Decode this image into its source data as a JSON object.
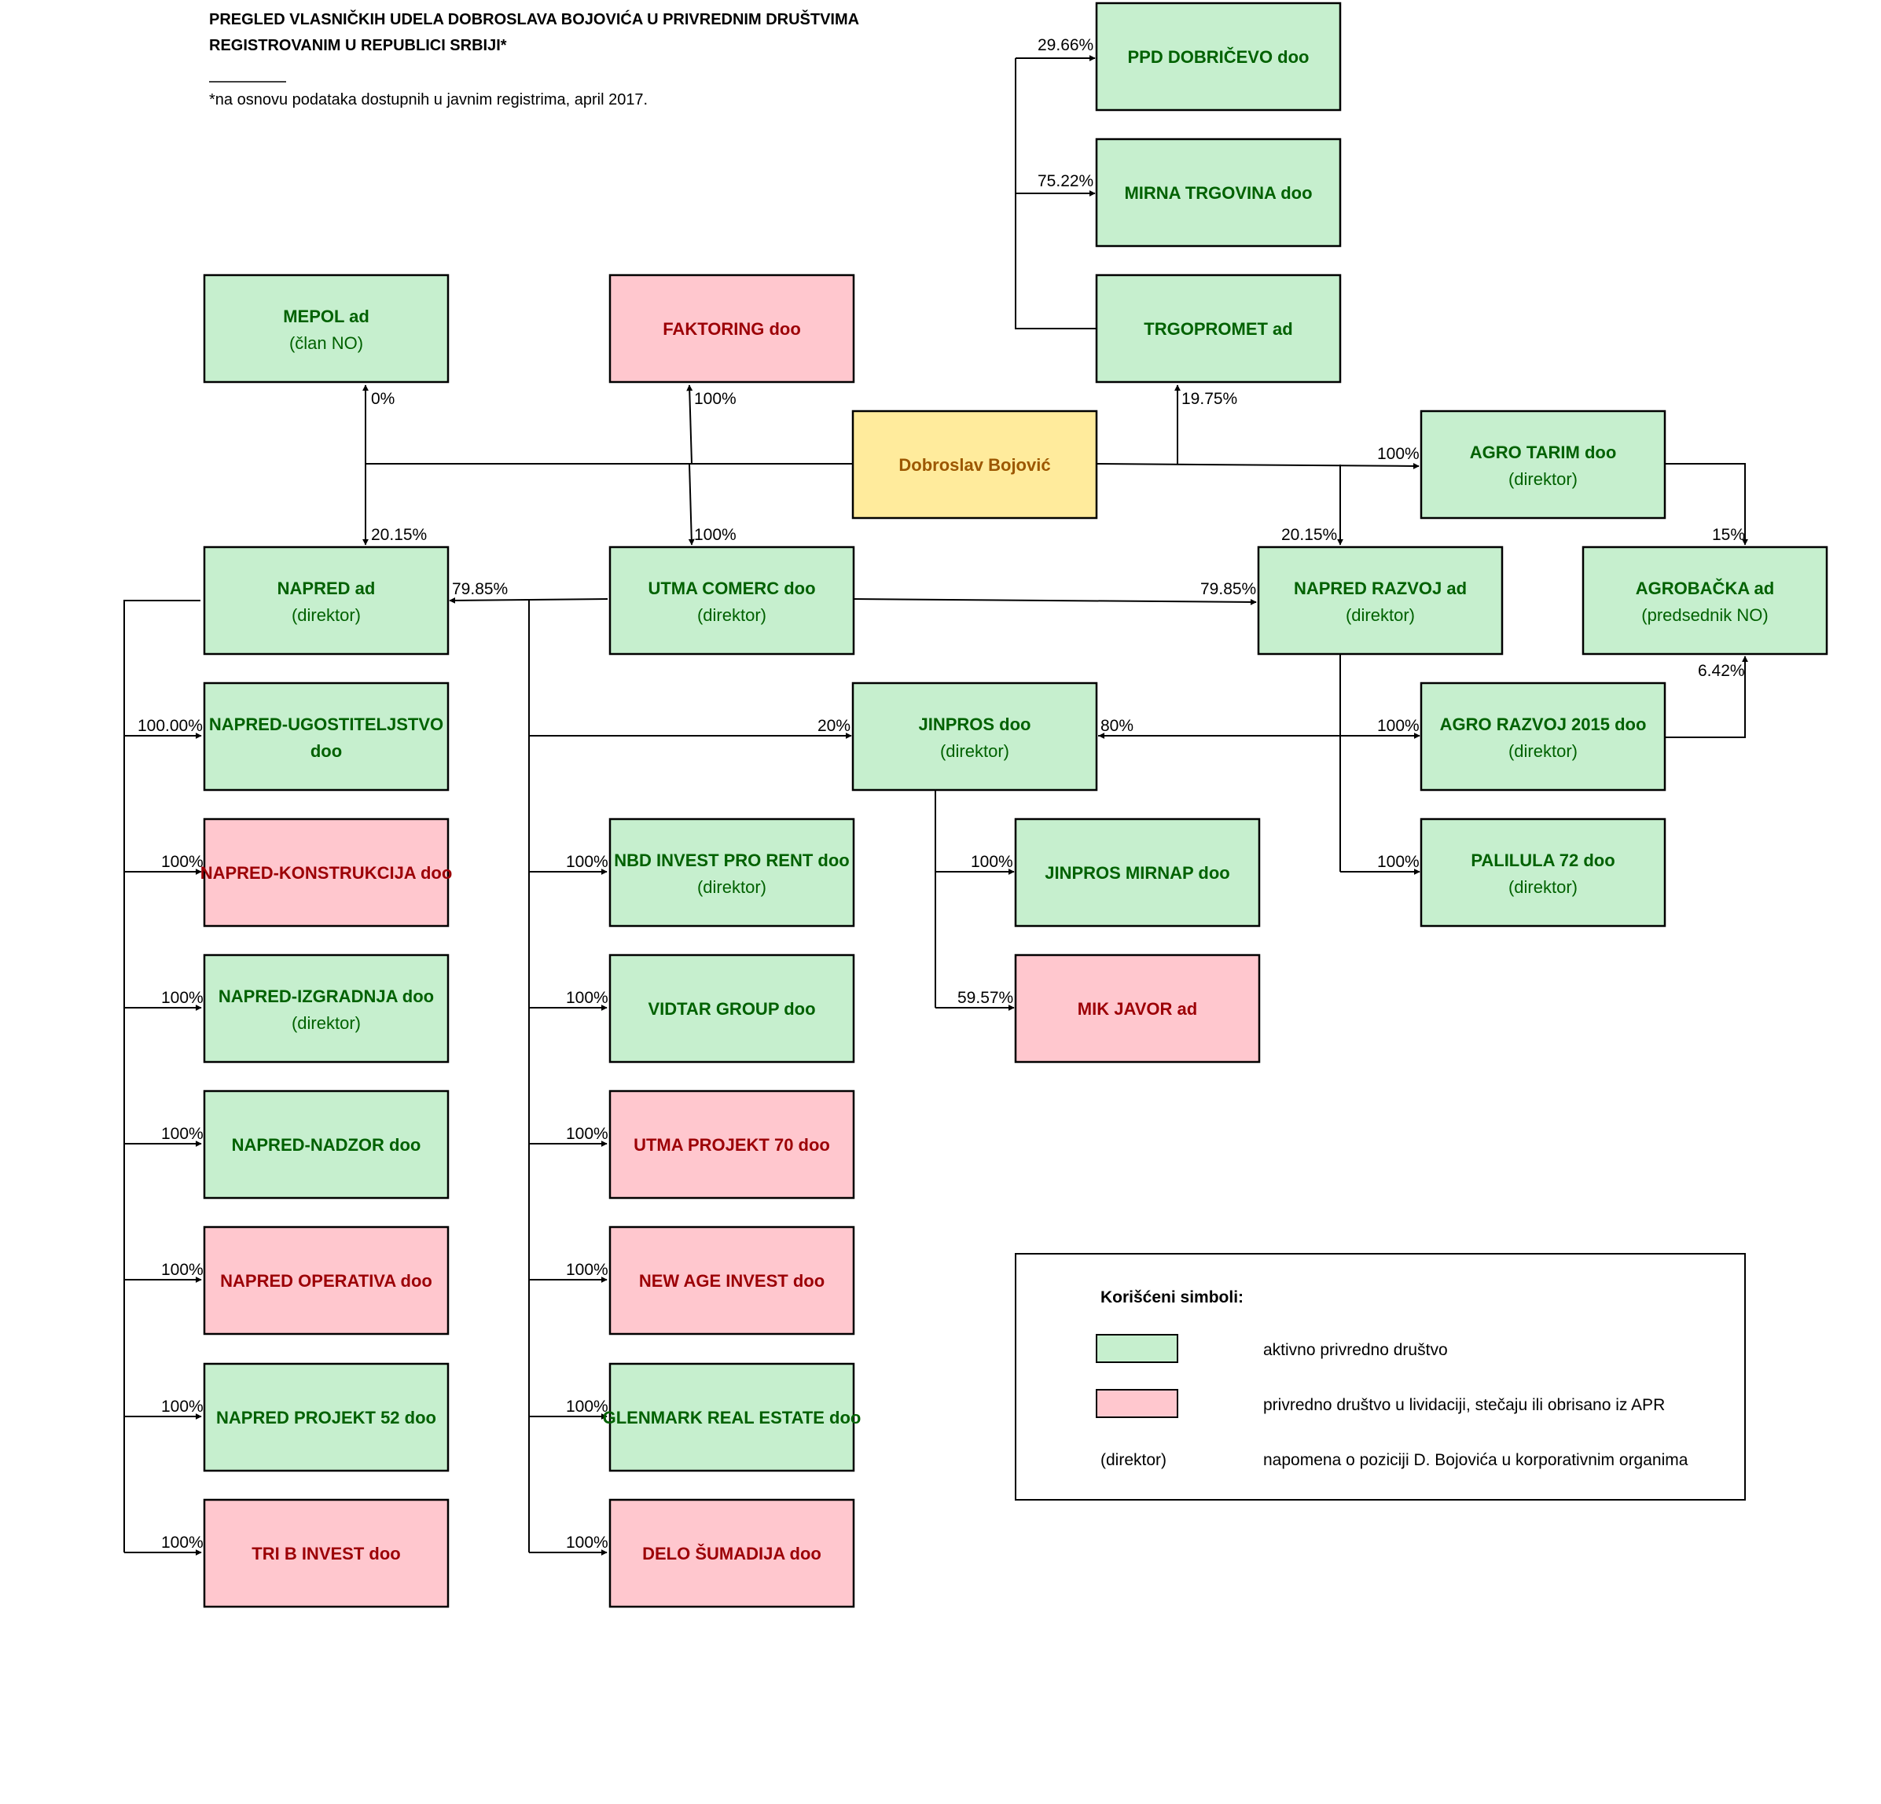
{
  "header": {
    "title_line1": "PREGLED VLASNIČKIH UDELA DOBROSLAVA BOJOVIĆA U PRIVREDNIM DRUŠTVIMA",
    "title_line2": "REGISTROVANIM U REPUBLICI SRBIJI*",
    "footnote": "*na osnovu podataka dostupnih u javnim registrima, april 2017."
  },
  "colors": {
    "active_fill": "#c6efce",
    "active_text": "#006100",
    "inactive_fill": "#ffc7ce",
    "inactive_text": "#9c0006",
    "person_fill": "#ffeb9c",
    "person_text": "#9c5700",
    "border": "#000000"
  },
  "nodes": {
    "bojovic": {
      "name": "Dobroslav Bojović",
      "role": "",
      "status": "person"
    },
    "ppd_dobricevo": {
      "name": "PPD DOBRIČEVO doo",
      "role": "",
      "status": "active"
    },
    "mirna_trgovina": {
      "name": "MIRNA TRGOVINA doo",
      "role": "",
      "status": "active"
    },
    "trgopromet": {
      "name": "TRGOPROMET ad",
      "role": "",
      "status": "active"
    },
    "mepol": {
      "name": "MEPOL ad",
      "role": "(član NO)",
      "status": "active"
    },
    "faktoring": {
      "name": "FAKTORING doo",
      "role": "",
      "status": "inactive"
    },
    "agro_tarim": {
      "name": "AGRO TARIM doo",
      "role": "(direktor)",
      "status": "active"
    },
    "napred": {
      "name": "NAPRED ad",
      "role": "(direktor)",
      "status": "active"
    },
    "utma_comerc": {
      "name": "UTMA COMERC doo",
      "role": "(direktor)",
      "status": "active"
    },
    "napred_razvoj": {
      "name": "NAPRED RAZVOJ ad",
      "role": "(direktor)",
      "status": "active"
    },
    "agrobacka": {
      "name": "AGROBAČKA ad",
      "role": "(predsednik NO)",
      "status": "active"
    },
    "napred_ugostiteljstvo": {
      "name": "NAPRED-UGOSTITELJSTVO",
      "role": "doo",
      "status": "active"
    },
    "jinpros": {
      "name": "JINPROS doo",
      "role": "(direktor)",
      "status": "active"
    },
    "agro_razvoj_2015": {
      "name": "AGRO RAZVOJ 2015 doo",
      "role": "(direktor)",
      "status": "active"
    },
    "napred_konstrukcija": {
      "name": "NAPRED-KONSTRUKCIJA doo",
      "role": "",
      "status": "inactive"
    },
    "nbd_invest": {
      "name": "NBD INVEST PRO RENT doo",
      "role": "(direktor)",
      "status": "active"
    },
    "jinpros_mirnap": {
      "name": "JINPROS MIRNAP doo",
      "role": "",
      "status": "active"
    },
    "palilula_72": {
      "name": "PALILULA 72 doo",
      "role": "(direktor)",
      "status": "active"
    },
    "napred_izgradnja": {
      "name": "NAPRED-IZGRADNJA doo",
      "role": "(direktor)",
      "status": "active"
    },
    "vidtar": {
      "name": "VIDTAR GROUP doo",
      "role": "",
      "status": "active"
    },
    "mik_javor": {
      "name": "MIK JAVOR ad",
      "role": "",
      "status": "inactive"
    },
    "napred_nadzor": {
      "name": "NAPRED-NADZOR doo",
      "role": "",
      "status": "active"
    },
    "utma_projekt_70": {
      "name": "UTMA PROJEKT 70 doo",
      "role": "",
      "status": "inactive"
    },
    "napred_operativa": {
      "name": "NAPRED OPERATIVA doo",
      "role": "",
      "status": "inactive"
    },
    "new_age_invest": {
      "name": "NEW AGE INVEST doo",
      "role": "",
      "status": "inactive"
    },
    "napred_projekt_52": {
      "name": "NAPRED PROJEKT 52 doo",
      "role": "",
      "status": "active"
    },
    "glenmark": {
      "name": "GLENMARK REAL ESTATE doo",
      "role": "",
      "status": "active"
    },
    "tri_b_invest": {
      "name": "TRI B INVEST doo",
      "role": "",
      "status": "inactive"
    },
    "delo_sumadija": {
      "name": "DELO ŠUMADIJA doo",
      "role": "",
      "status": "inactive"
    }
  },
  "ownership": {
    "ppd_dobricevo": "29.66%",
    "mirna_trgovina": "75.22%",
    "trgopromet_top": "19.75%",
    "mepol": "0%",
    "faktoring": "100%",
    "napred_from_bojovic": "20.15%",
    "utma_comerc": "100%",
    "napred_from_utma": "79.85%",
    "napred_razvoj_from_bojovic": "20.15%",
    "napred_razvoj_from_utma": "79.85%",
    "agro_tarim": "100%",
    "agrobacka_from_tarim": "15%",
    "agrobacka_from_razvoj2015": "6.42%",
    "napred_ugostiteljstvo": "100.00%",
    "jinpros_from_utma": "20%",
    "jinpros_from_razvoj": "80%",
    "agro_razvoj_2015": "100%",
    "napred_konstrukcija": "100%",
    "nbd_invest": "100%",
    "jinpros_mirnap": "100%",
    "palilula_72": "100%",
    "napred_izgradnja": "100%",
    "vidtar": "100%",
    "mik_javor": "59.57%",
    "napred_nadzor": "100%",
    "utma_projekt_70": "100%",
    "napred_operativa": "100%",
    "new_age_invest": "100%",
    "napred_projekt_52": "100%",
    "glenmark": "100%",
    "tri_b_invest": "100%",
    "delo_sumadija": "100%"
  },
  "legend": {
    "title": "Korišćeni simboli:",
    "active": "aktivno privredno društvo",
    "inactive": "privredno društvo u lividaciji, stečaju ili obrisano iz APR",
    "role_symbol": "(direktor)",
    "role_desc": "napomena o poziciji D. Bojovića u korporativnim organima"
  }
}
